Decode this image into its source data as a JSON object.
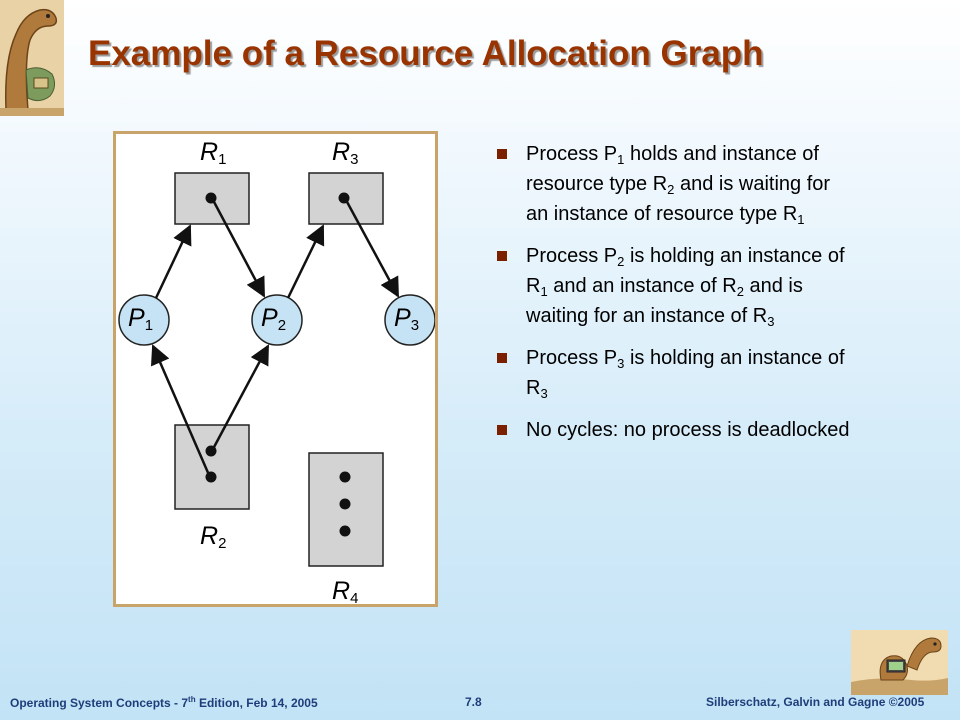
{
  "slide": {
    "title": "Example of a Resource Allocation Graph"
  },
  "diagram": {
    "resources": [
      {
        "id": "R1",
        "letter": "R",
        "sub": "1",
        "instances": 1
      },
      {
        "id": "R2",
        "letter": "R",
        "sub": "2",
        "instances": 2
      },
      {
        "id": "R3",
        "letter": "R",
        "sub": "3",
        "instances": 1
      },
      {
        "id": "R4",
        "letter": "R",
        "sub": "4",
        "instances": 3
      }
    ],
    "processes": [
      {
        "id": "P1",
        "letter": "P",
        "sub": "1"
      },
      {
        "id": "P2",
        "letter": "P",
        "sub": "2"
      },
      {
        "id": "P3",
        "letter": "P",
        "sub": "3"
      }
    ],
    "edges": [
      {
        "from": "P1",
        "to": "R1",
        "kind": "request"
      },
      {
        "from": "R1",
        "to": "P2",
        "kind": "assignment"
      },
      {
        "from": "P2",
        "to": "R3",
        "kind": "request"
      },
      {
        "from": "R3",
        "to": "P3",
        "kind": "assignment"
      },
      {
        "from": "R2",
        "to": "P1",
        "kind": "assignment"
      },
      {
        "from": "R2",
        "to": "P2",
        "kind": "assignment"
      }
    ]
  },
  "bullets": [
    {
      "a": "Process P",
      "b": "1",
      "c": " holds and instance of resource type R",
      "d": "2",
      "e": " and is waiting for an instance of resource type R",
      "f": "1",
      "g": ""
    },
    {
      "a": "Process P",
      "b": "2",
      "c": " is holding an instance of R",
      "d": "1",
      "e": " and an instance of R",
      "f": "2",
      "g": " and is waiting for an instance of R",
      "h": "3"
    },
    {
      "a": "Process P",
      "b": "3",
      "c": " is holding an instance of R",
      "d": "3",
      "e": ""
    },
    {
      "a": "No cycles: no process is deadlocked"
    }
  ],
  "footer": {
    "left_a": "Operating System Concepts - 7",
    "left_sup": "th",
    "left_b": " Edition, Feb 14, 2005",
    "page": "7.8",
    "right": "Silberschatz, Galvin and Gagne ©2005"
  },
  "colors": {
    "title": "#993300",
    "bullet_mark": "#7a1f00",
    "resource_fill": "#d3d3d3",
    "process_fill": "#c6e3f5",
    "footer_text": "#1f3d7a"
  }
}
